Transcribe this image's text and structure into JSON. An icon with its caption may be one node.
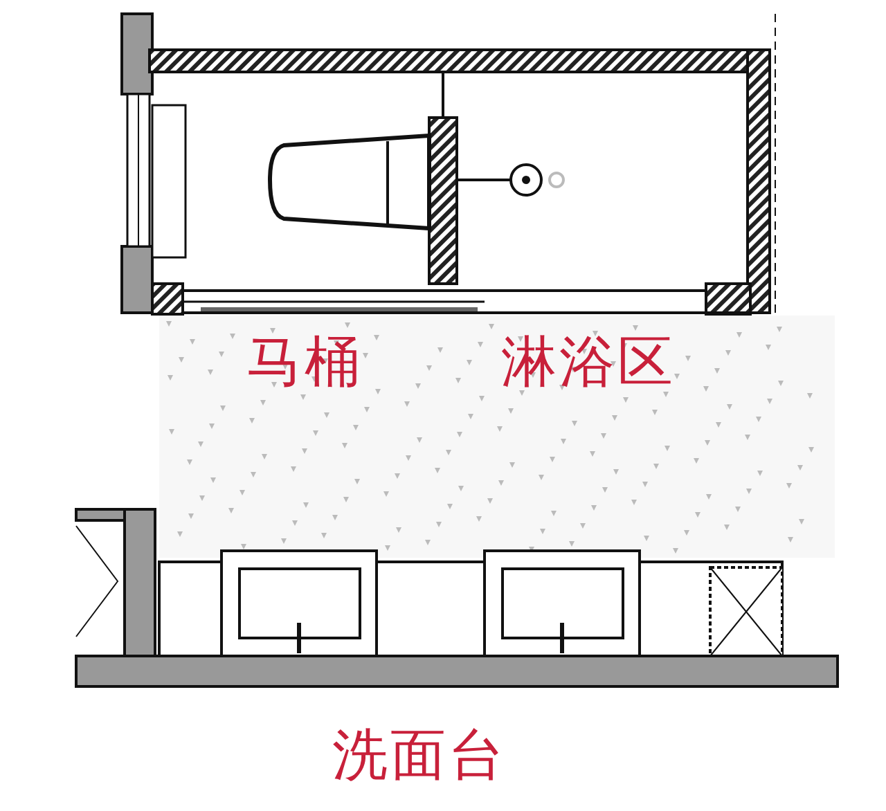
{
  "diagram": {
    "labels": [
      "马桶",
      "淋浴区",
      "洗面台"
    ]
  }
}
